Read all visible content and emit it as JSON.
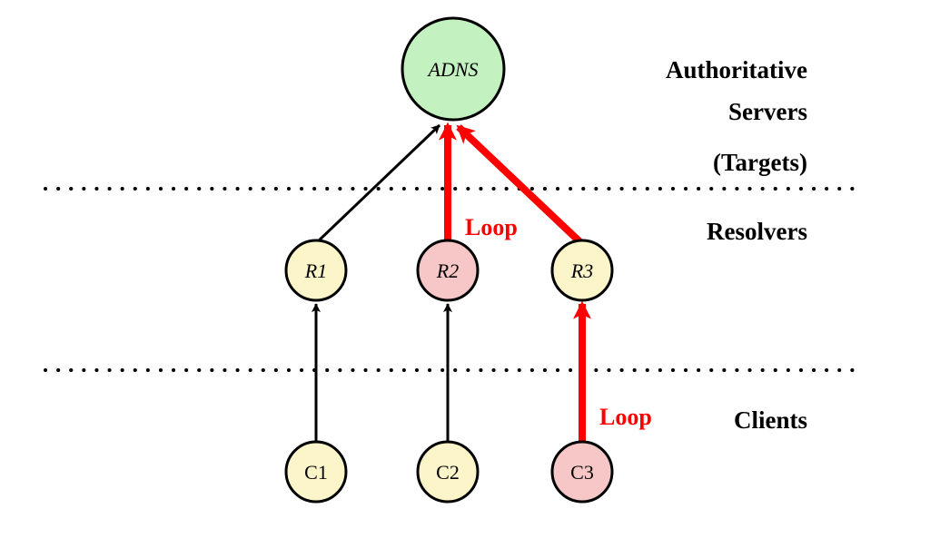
{
  "colors": {
    "adns_fill": "#c3f2c0",
    "normal_fill": "#fbf5c9",
    "loop_fill": "#f7c6c6",
    "loop_edge": "#ff0000",
    "edge": "#000000",
    "divider": "#000000"
  },
  "tiers": {
    "authoritative_line1": "Authoritative",
    "authoritative_line2": "Servers",
    "authoritative_line3": "(Targets)",
    "resolvers": "Resolvers",
    "clients": "Clients"
  },
  "nodes": {
    "adns": "ADNS",
    "r1": "R1",
    "r2": "R2",
    "r3": "R3",
    "c1": "C1",
    "c2": "C2",
    "c3": "C3"
  },
  "loop_labels": {
    "upper": "Loop",
    "lower": "Loop"
  },
  "edges": [
    {
      "from": "R1",
      "to": "ADNS",
      "loop": false
    },
    {
      "from": "R2",
      "to": "ADNS",
      "loop": true
    },
    {
      "from": "R3",
      "to": "ADNS",
      "loop": true
    },
    {
      "from": "C1",
      "to": "R1",
      "loop": false
    },
    {
      "from": "C2",
      "to": "R2",
      "loop": false
    },
    {
      "from": "C3",
      "to": "R3",
      "loop": true
    }
  ]
}
